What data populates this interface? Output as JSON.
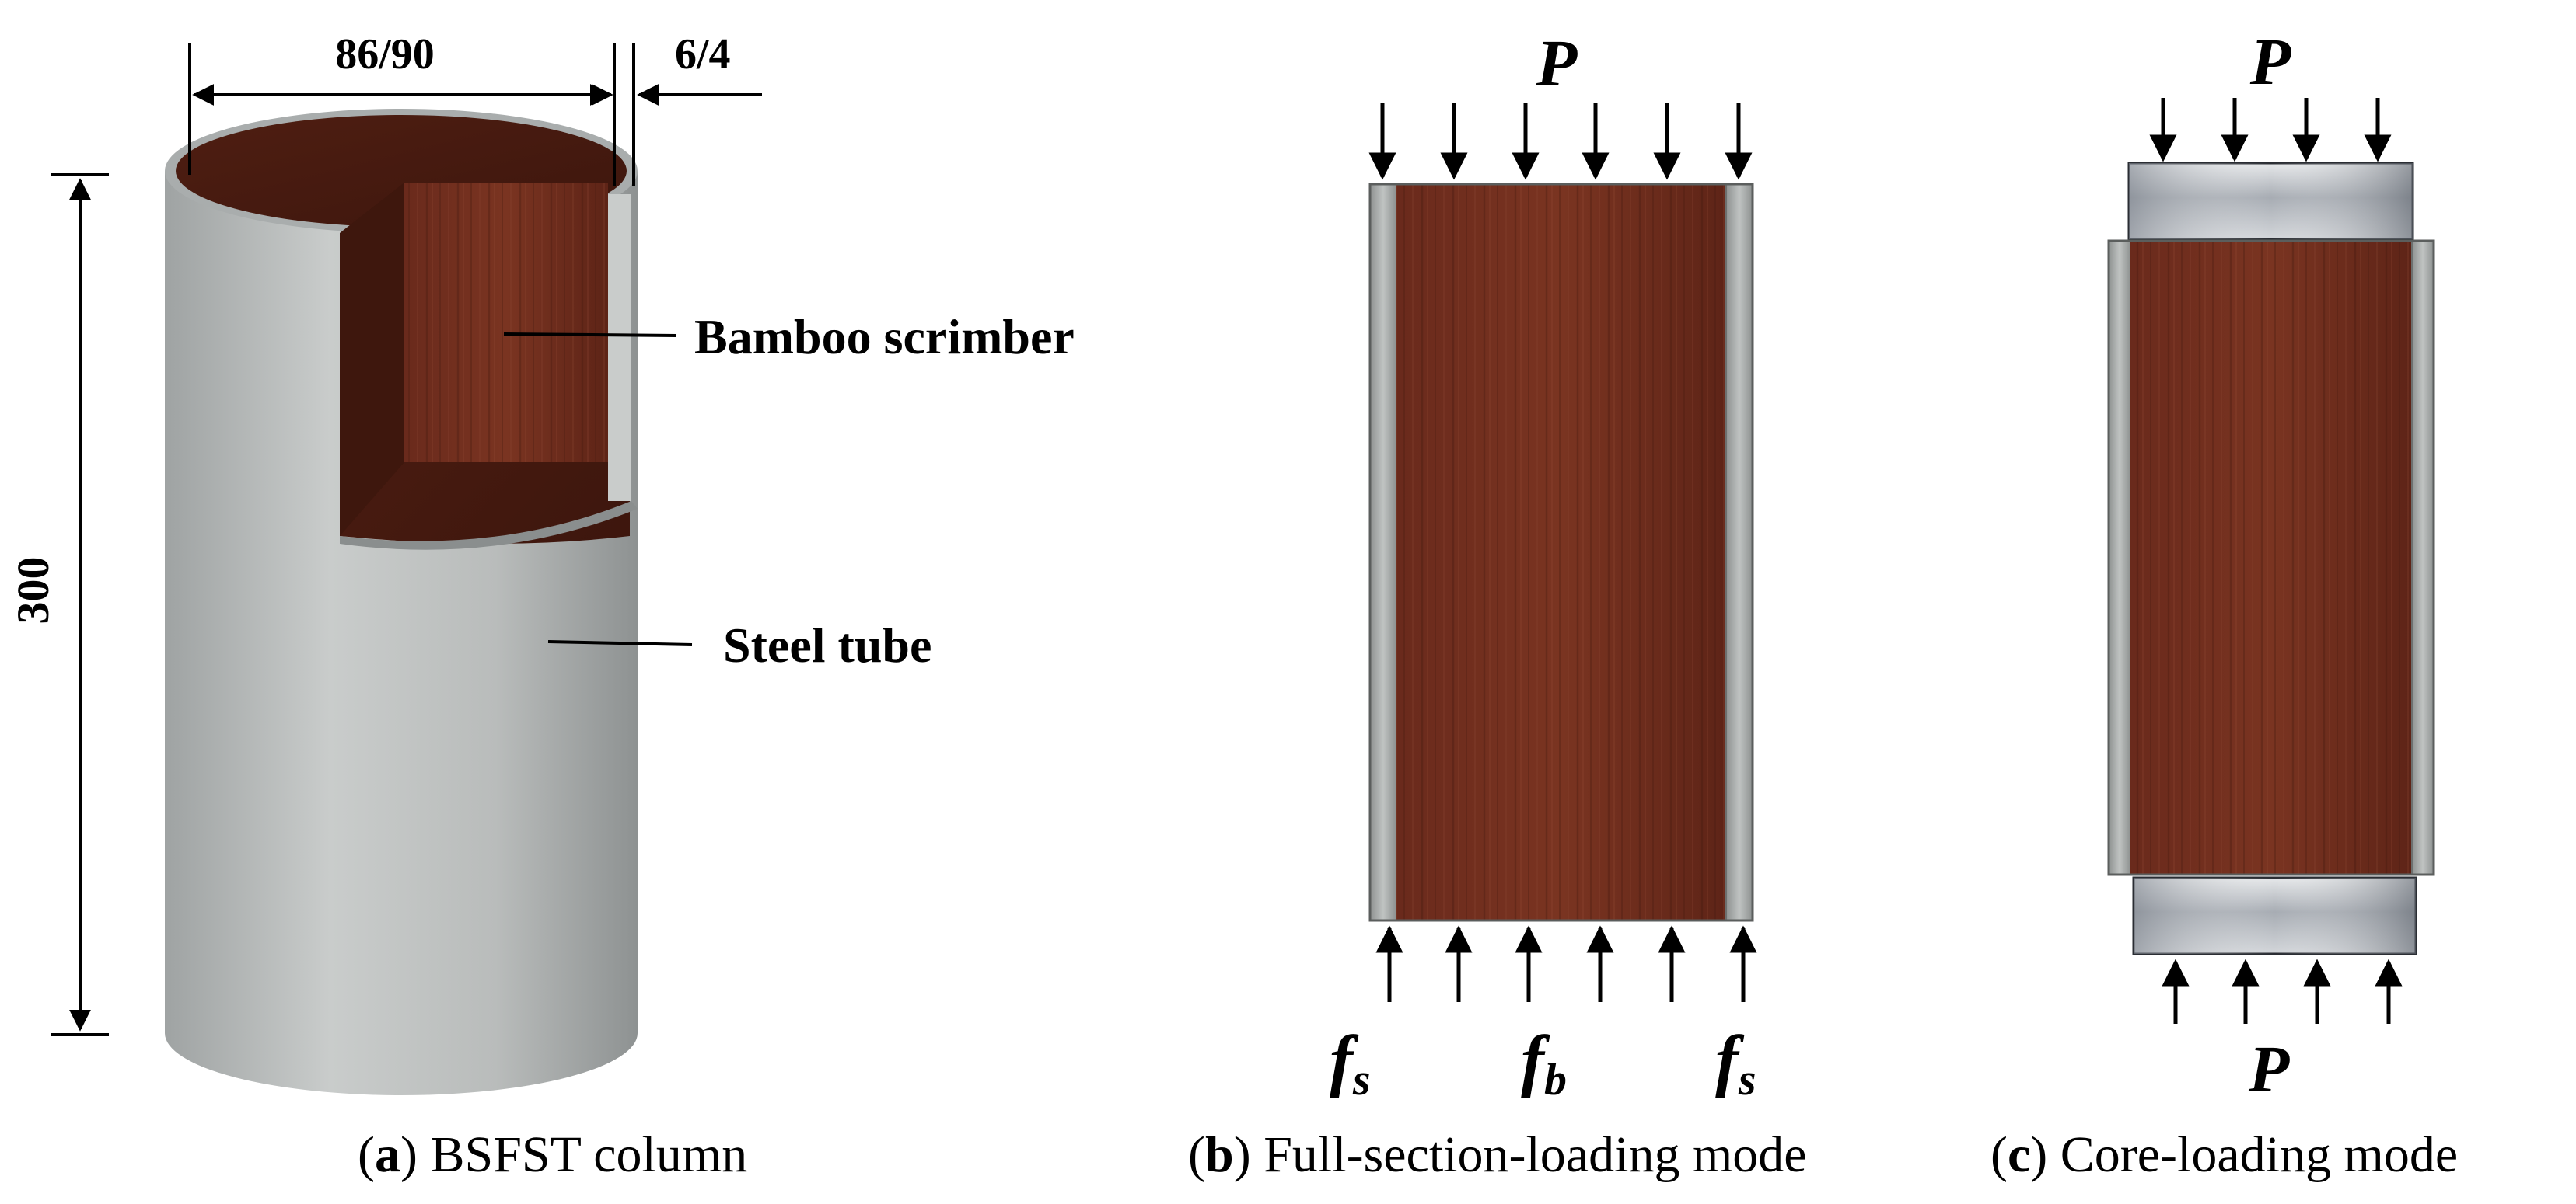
{
  "panel_a": {
    "dim_diameter": "86/90",
    "dim_thickness": "6/4",
    "dim_height": "300",
    "label_core": "Bamboo scrimber",
    "label_tube": "Steel tube",
    "caption_letter": "a",
    "caption_text": " BSFST column"
  },
  "panel_b": {
    "load_symbol": "P",
    "stress_left": "f",
    "stress_left_sub": "s",
    "stress_mid": "f",
    "stress_mid_sub": "b",
    "stress_right": "f",
    "stress_right_sub": "s",
    "caption_letter": "b",
    "caption_text": " Full-section-loading mode"
  },
  "panel_c": {
    "load_symbol_top": "P",
    "load_symbol_bottom": "P",
    "caption_letter": "c",
    "caption_text": " Core-loading mode"
  },
  "colors": {
    "wood": "#6b2a1c",
    "steel": "#b3b6b5",
    "ink": "#000000"
  }
}
